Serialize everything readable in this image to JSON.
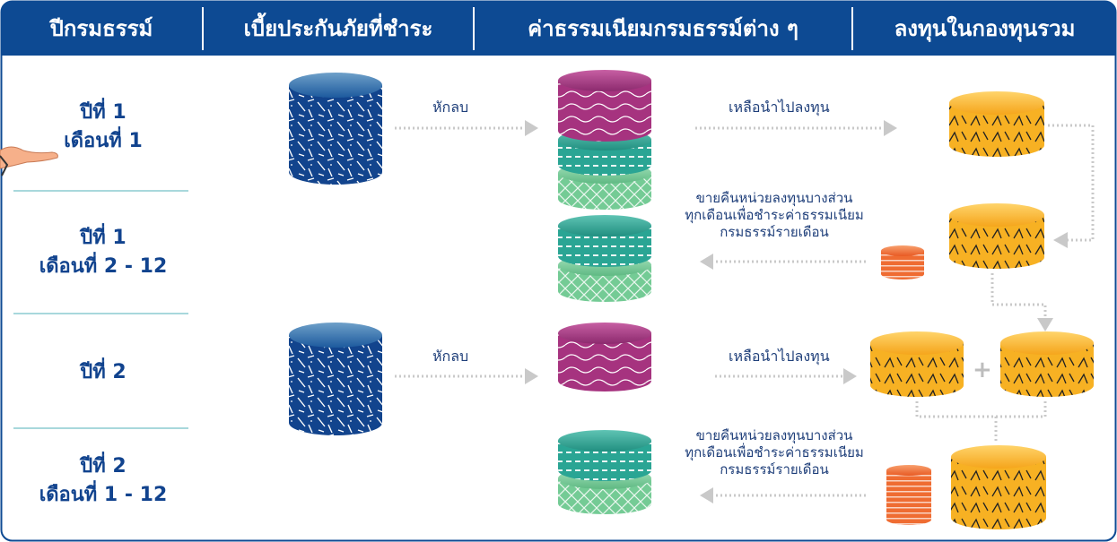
{
  "headers": [
    "ปีกรมธรรม์",
    "เบี้ยประกันภัยที่ชำระ",
    "ค่าธรรมเนียมกรมธรรม์ต่าง ๆ",
    "ลงทุนในกองทุนรวม"
  ],
  "rows": [
    {
      "line1": "ปีที่ 1",
      "line2": "เดือนที่ 1"
    },
    {
      "line1": "ปีที่ 1",
      "line2": "เดือนที่ 2 - 12"
    },
    {
      "line1": "ปีที่ 2",
      "line2": ""
    },
    {
      "line1": "ปีที่ 2",
      "line2": "เดือนที่ 1 - 12"
    }
  ],
  "labels": {
    "deduct": "หักลบ",
    "remain_invest": "เหลือนำไปลงทุน",
    "sell_units": [
      "ขายคืนหน่วยลงทุนบางส่วน",
      "ทุกเดือนเพื่อชำระค่าธรรมเนียม",
      "กรมธรรม์รายเดือน"
    ],
    "plus": "+"
  },
  "colors": {
    "header_bg": "#0d4a93",
    "border": "#0d4a93",
    "premium": "#12448d",
    "fee_magenta": "#a6337f",
    "fee_teal": "#2aa594",
    "fee_green": "#74cb95",
    "fund_yellow": "#f7b123",
    "sell_orange": "#ef6c32",
    "arrow": "#c9c9c9",
    "divider": "#a8d8dc",
    "text_blue": "#11438e"
  },
  "icons": [
    "hand-icon"
  ]
}
